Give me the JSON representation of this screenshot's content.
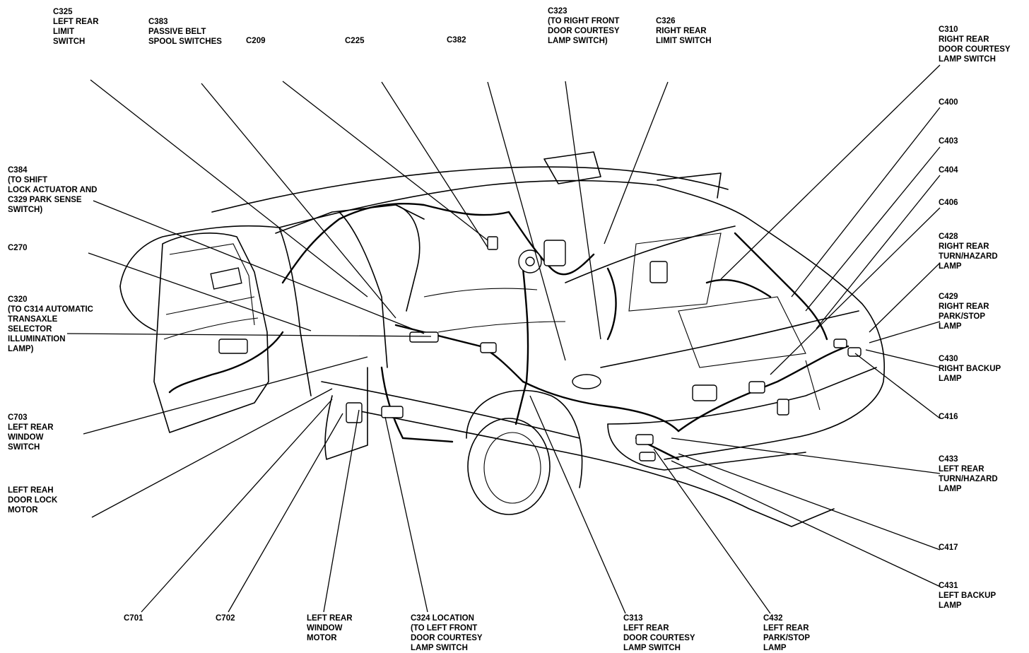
{
  "labels": [
    {
      "id": "c325",
      "lines": [
        "C325",
        "LEFT REAR",
        "LIMIT",
        "SWITCH"
      ]
    },
    {
      "id": "c383",
      "lines": [
        "C383",
        "PASSIVE BELT",
        "SPOOL SWITCHES"
      ]
    },
    {
      "id": "c209",
      "lines": [
        "C209"
      ]
    },
    {
      "id": "c225",
      "lines": [
        "C225"
      ]
    },
    {
      "id": "c382",
      "lines": [
        "C382"
      ]
    },
    {
      "id": "c323",
      "lines": [
        "C323",
        "(TO RIGHT FRONT",
        "DOOR COURTESY",
        "LAMP SWITCH)"
      ]
    },
    {
      "id": "c326",
      "lines": [
        "C326",
        "RIGHT REAR",
        "LIMIT SWITCH"
      ]
    },
    {
      "id": "c310",
      "lines": [
        "C310",
        "RIGHT REAR",
        "DOOR COURTESY",
        "LAMP SWITCH"
      ]
    },
    {
      "id": "c400",
      "lines": [
        "C400"
      ]
    },
    {
      "id": "c403",
      "lines": [
        "C403"
      ]
    },
    {
      "id": "c404",
      "lines": [
        "C404"
      ]
    },
    {
      "id": "c406",
      "lines": [
        "C406"
      ]
    },
    {
      "id": "c428",
      "lines": [
        "C428",
        "RIGHT REAR",
        "TURN/HAZARD",
        "LAMP"
      ]
    },
    {
      "id": "c429",
      "lines": [
        "C429",
        "RIGHT REAR",
        "PARK/STOP",
        "LAMP"
      ]
    },
    {
      "id": "c430",
      "lines": [
        "C430",
        "RIGHT BACKUP",
        "LAMP"
      ]
    },
    {
      "id": "c416",
      "lines": [
        "C416"
      ]
    },
    {
      "id": "c433",
      "lines": [
        "C433",
        "LEFT REAR",
        "TURN/HAZARD",
        "LAMP"
      ]
    },
    {
      "id": "c417",
      "lines": [
        "C417"
      ]
    },
    {
      "id": "c431",
      "lines": [
        "C431",
        "LEFT BACKUP",
        "LAMP"
      ]
    },
    {
      "id": "c432",
      "lines": [
        "C432",
        "LEFT REAR",
        "PARK/STOP",
        "LAMP"
      ]
    },
    {
      "id": "c313",
      "lines": [
        "C313",
        "LEFT REAR",
        "DOOR COURTESY",
        "LAMP SWITCH"
      ]
    },
    {
      "id": "c324",
      "lines": [
        "C324 LOCATION",
        "(TO LEFT FRONT",
        "DOOR COURTESY",
        "LAMP SWITCH"
      ]
    },
    {
      "id": "left-rear-window-motor",
      "lines": [
        "LEFT REAR",
        "WINDOW",
        "MOTOR"
      ]
    },
    {
      "id": "c702",
      "lines": [
        "C702"
      ]
    },
    {
      "id": "c701",
      "lines": [
        "C701"
      ]
    },
    {
      "id": "left-rear-door-lock-motor",
      "lines": [
        "LEFT REAH",
        "DOOR LOCK",
        "MOTOR"
      ]
    },
    {
      "id": "c703",
      "lines": [
        "C703",
        "LEFT REAR",
        "WINDOW",
        "SWITCH"
      ]
    },
    {
      "id": "c320",
      "lines": [
        "C320",
        "(TO C314 AUTOMATIC",
        "TRANSAXLE",
        "SELECTOR",
        "ILLUMINATION",
        "LAMP)"
      ]
    },
    {
      "id": "c270",
      "lines": [
        "C270"
      ]
    },
    {
      "id": "c384",
      "lines": [
        "C384",
        "(TO SHIFT",
        "LOCK ACTUATOR AND",
        "C329 PARK SENSE",
        "SWITCH)"
      ]
    }
  ]
}
